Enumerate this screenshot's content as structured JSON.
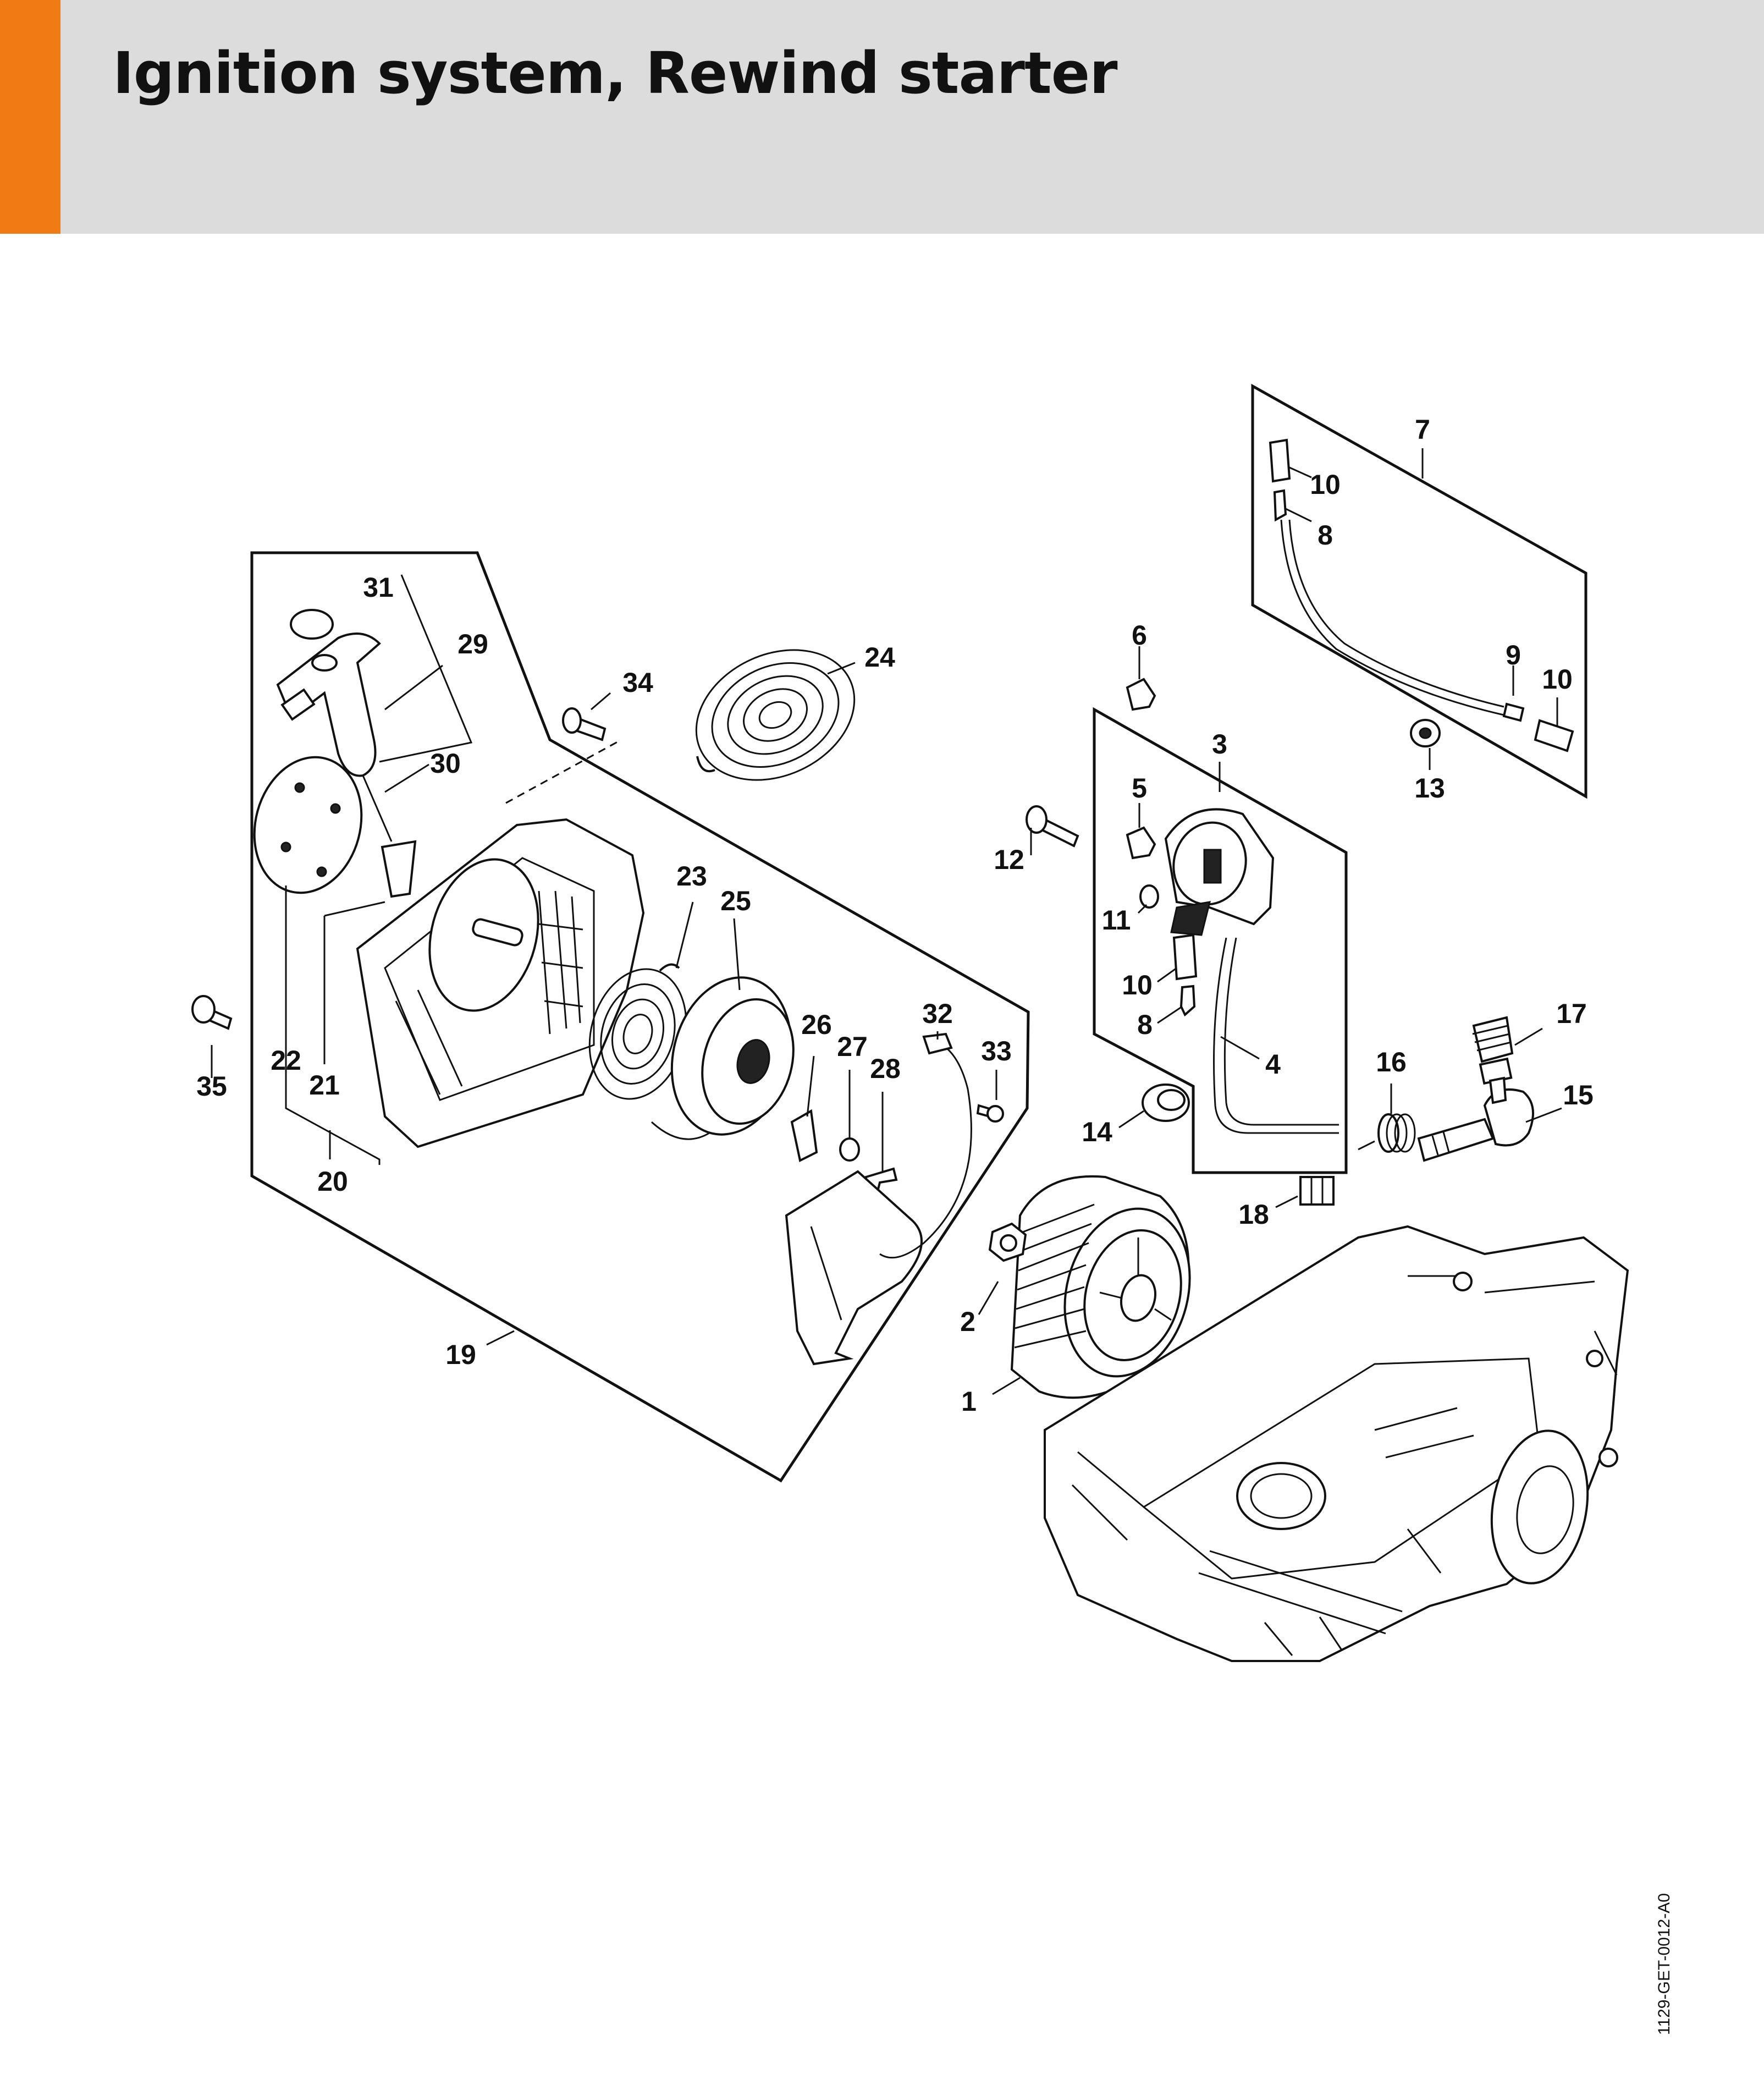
{
  "header": {
    "title": "Ignition system, Rewind starter",
    "accent_color": "#f07a13",
    "background_color": "#dcdcdc"
  },
  "doc_ref": "1129-GET-0012-A0",
  "callouts": [
    {
      "id": "c1",
      "text": "1"
    },
    {
      "id": "c2",
      "text": "2"
    },
    {
      "id": "c3",
      "text": "3"
    },
    {
      "id": "c4",
      "text": "4"
    },
    {
      "id": "c5",
      "text": "5"
    },
    {
      "id": "c6",
      "text": "6"
    },
    {
      "id": "c7",
      "text": "7"
    },
    {
      "id": "c8a",
      "text": "8"
    },
    {
      "id": "c8b",
      "text": "8"
    },
    {
      "id": "c9",
      "text": "9"
    },
    {
      "id": "c10a",
      "text": "10"
    },
    {
      "id": "c10b",
      "text": "10"
    },
    {
      "id": "c10c",
      "text": "10"
    },
    {
      "id": "c11",
      "text": "11"
    },
    {
      "id": "c12",
      "text": "12"
    },
    {
      "id": "c13",
      "text": "13"
    },
    {
      "id": "c14",
      "text": "14"
    },
    {
      "id": "c15",
      "text": "15"
    },
    {
      "id": "c16",
      "text": "16"
    },
    {
      "id": "c17",
      "text": "17"
    },
    {
      "id": "c18",
      "text": "18"
    },
    {
      "id": "c19",
      "text": "19"
    },
    {
      "id": "c20",
      "text": "20"
    },
    {
      "id": "c21",
      "text": "21"
    },
    {
      "id": "c22",
      "text": "22"
    },
    {
      "id": "c23",
      "text": "23"
    },
    {
      "id": "c24",
      "text": "24"
    },
    {
      "id": "c25",
      "text": "25"
    },
    {
      "id": "c26",
      "text": "26"
    },
    {
      "id": "c27",
      "text": "27"
    },
    {
      "id": "c28",
      "text": "28"
    },
    {
      "id": "c29",
      "text": "29"
    },
    {
      "id": "c30",
      "text": "30"
    },
    {
      "id": "c31",
      "text": "31"
    },
    {
      "id": "c32",
      "text": "32"
    },
    {
      "id": "c33",
      "text": "33"
    },
    {
      "id": "c34",
      "text": "34"
    },
    {
      "id": "c35",
      "text": "35"
    }
  ]
}
